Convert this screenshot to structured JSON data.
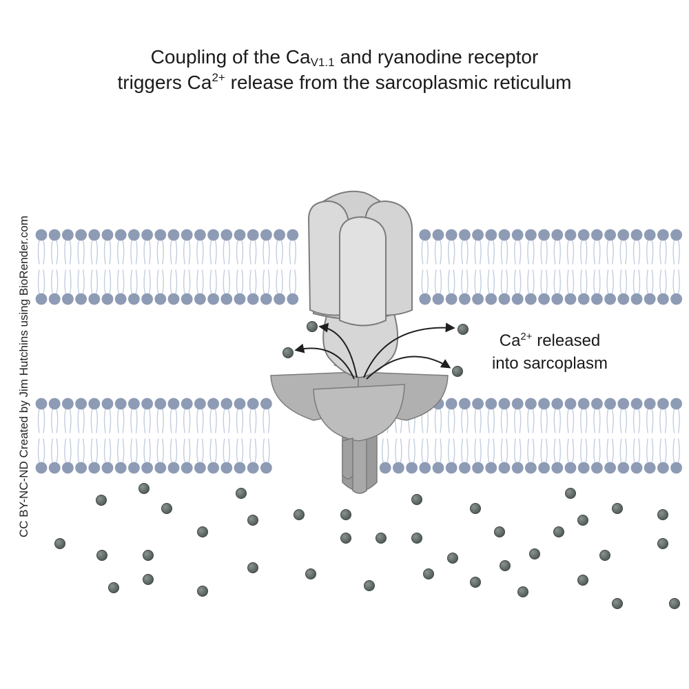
{
  "title": {
    "line1_prefix": "Coupling of the Ca",
    "line1_sub": "V1.1",
    "line1_suffix": " and ryanodine receptor",
    "line2_prefix": "triggers Ca",
    "line2_sup": "2+",
    "line2_suffix": " release from the sarcoplasmic reticulum"
  },
  "annotation": {
    "prefix": "Ca",
    "sup": "2+",
    "line1_suffix": " released",
    "line2": "into sarcoplasm"
  },
  "credit": "CC BY-NC-ND Created by Jim Hutchins using BioRender.com",
  "colors": {
    "lipid_head": "#8e9bb5",
    "lipid_tail": "#c2cde0",
    "ryanodine_receptor": "#d2d2d2",
    "cav_channel": "#a7a7a7",
    "calcium_ion": "#56605c",
    "arrow": "#1f1f1f"
  },
  "icons": {
    "membrane": "lipid-bilayer-icon",
    "ryr": "ryanodine-receptor-icon",
    "cav": "cav-channel-icon",
    "ion": "calcium-ion-icon"
  }
}
